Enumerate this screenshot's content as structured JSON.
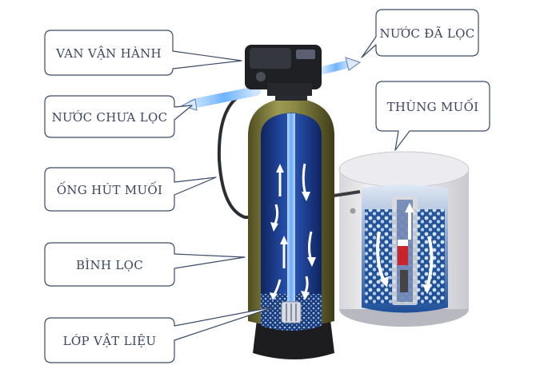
{
  "labels": {
    "control_valve": "VAN VẬN HÀNH",
    "treated_water": "NƯỚC ĐÃ LỌC",
    "raw_water": "NƯỚC CHƯA LỌC",
    "brine_tank": "THÙNG MUỐI",
    "brine_tube": "ỐNG HÚT MUỐI",
    "filter_tank": "BÌNH LỌC",
    "media_layer": "LỚP VẬT LIỆU"
  },
  "colors": {
    "callout_border": "#3a4a6a",
    "callout_text": "#3a4660",
    "tank_shell": "#7c7a3a",
    "tank_core": "#1f3f8f",
    "water_light": "#5aa6e8",
    "brine_tank_shell": "#f0f0f2",
    "valve_body": "#222428",
    "flow_arrow": "#ffffff"
  },
  "icons": {
    "flow_arrow": "arrow-icon",
    "control_valve": "valve-icon"
  }
}
